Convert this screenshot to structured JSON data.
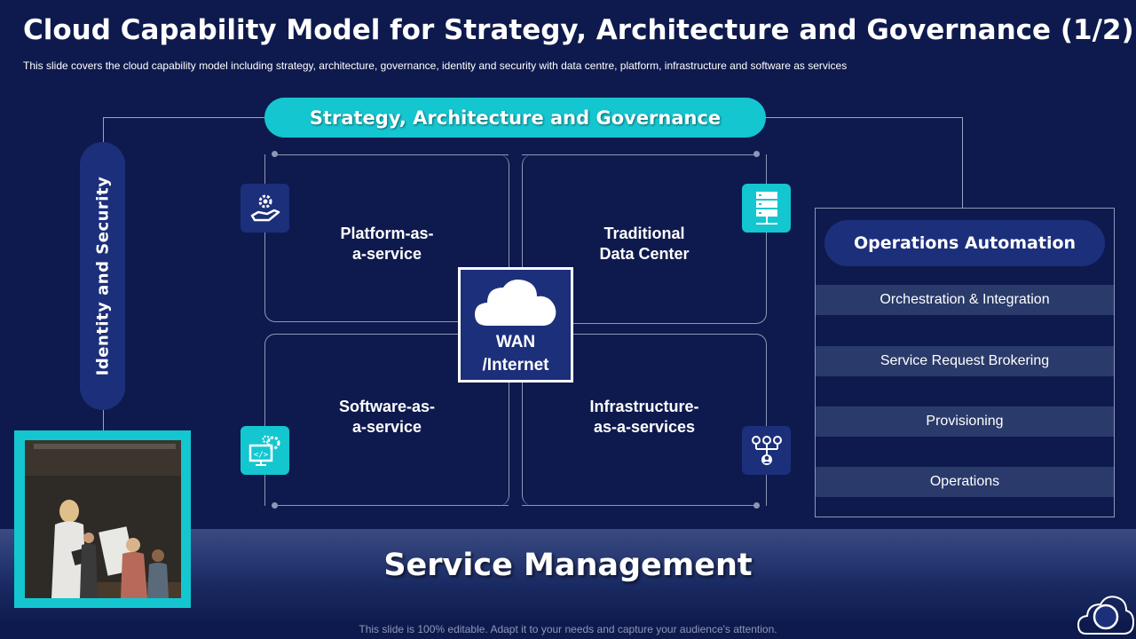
{
  "header": {
    "title": "Cloud Capability Model for Strategy, Architecture and Governance  (1/2)",
    "subtitle": "This slide covers the cloud capability model including strategy, architecture, governance,  identity and security with data centre, platform, infrastructure  and software  as services"
  },
  "diagram": {
    "top_label": "Strategy, Architecture and Governance",
    "left_label": "Identity and Security",
    "quadrants": [
      {
        "label_line1": "Platform-as-",
        "label_line2": "a-service",
        "icon": "hand-gear-icon"
      },
      {
        "label_line1": "Traditional",
        "label_line2": "Data Center",
        "icon": "server-icon"
      },
      {
        "label_line1": "Software-as-",
        "label_line2": "a-service",
        "icon": "code-monitor-gear-icon"
      },
      {
        "label_line1": "Infrastructure-",
        "label_line2": "as-a-services",
        "icon": "network-user-icon"
      }
    ],
    "center": {
      "line1": "WAN",
      "line2": "/Internet",
      "icon": "cloud-icon"
    },
    "operations": {
      "title": "Operations Automation",
      "items": [
        "Orchestration & Integration",
        "Service Request Brokering",
        "Provisioning",
        "Operations"
      ]
    },
    "bottom_label": "Service Management"
  },
  "footer": {
    "note": "This slide is 100% editable. Adapt it to your needs and capture your audience's attention."
  },
  "colors": {
    "background": "#0e1a4d",
    "accent_cyan": "#14c6d0",
    "dark_blue": "#1c2f7a"
  }
}
